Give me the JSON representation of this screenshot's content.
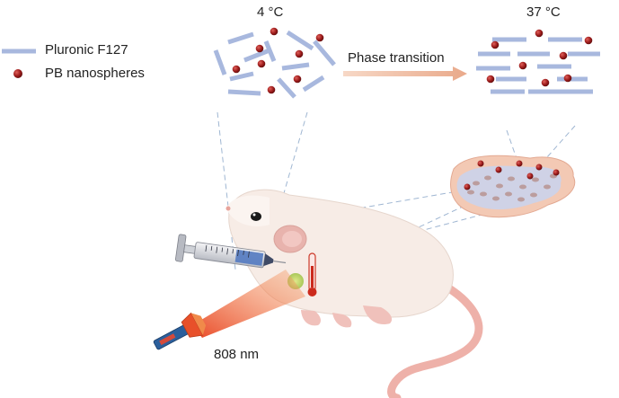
{
  "legend": {
    "polymer_label": "Pluronic F127",
    "particle_label": "PB nanospheres"
  },
  "temperatures": {
    "cold": "4 °C",
    "warm": "37 °C"
  },
  "arrow_label": "Phase transition",
  "laser_label": "808 nm",
  "colors": {
    "polymer_rod": "#a8b8de",
    "nanosphere": "#9b1b1b",
    "laser_beam": "#f05a28",
    "mouse_body": "#f7ece6",
    "tissue": "#f3c9b4"
  }
}
